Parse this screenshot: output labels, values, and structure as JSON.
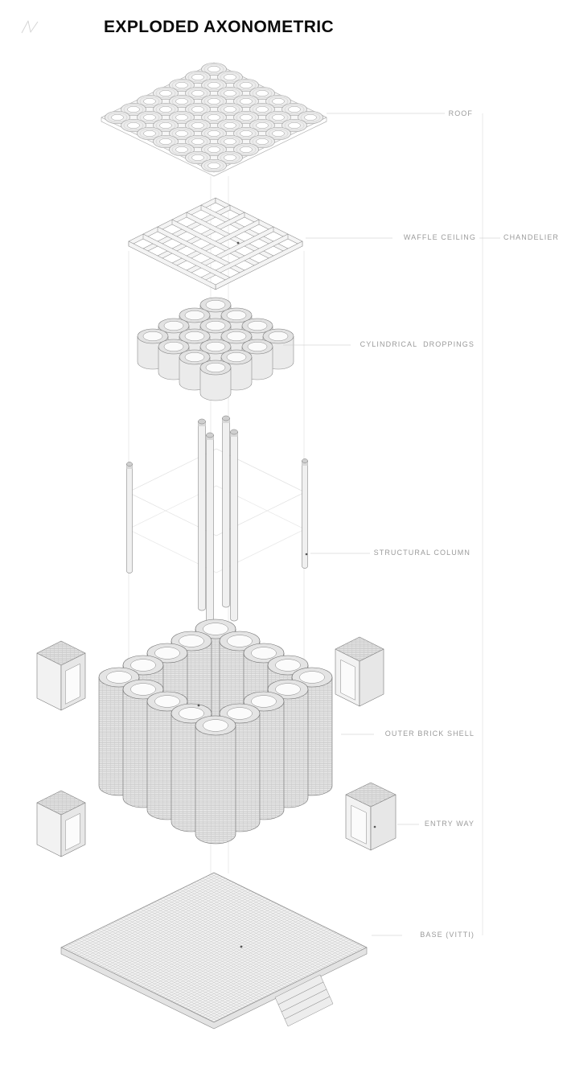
{
  "title": "EXPLODED AXONOMETRIC",
  "labels": {
    "roof": "ROOF",
    "waffle_ceiling": "WAFFLE CEILING",
    "chandelier": "CHANDELIER",
    "cylindrical_droppings": "CYLINDRICAL  DROPPINGS",
    "structural_column": "STRUCTURAL COLUMN",
    "outer_brick_shell": "OUTER BRICK SHELL",
    "entry_way": "ENTRY WAY",
    "base": "BASE (VITTI)"
  },
  "colors": {
    "background": "#ffffff",
    "title_text": "#0a0a0a",
    "label_text": "#9b9b9b",
    "drawing_line": "#8a8a8a",
    "leader_line": "#c6c6c6",
    "guide_line": "#dedede",
    "light_fill": "#efefef"
  }
}
